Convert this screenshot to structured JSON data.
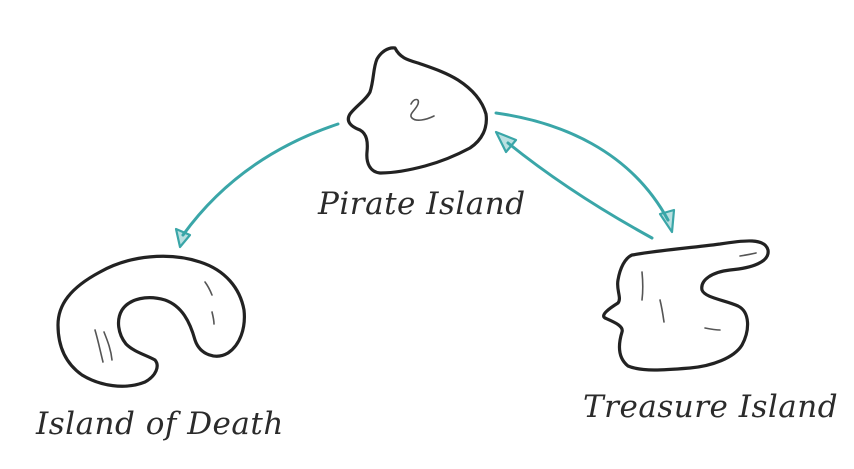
{
  "diagram": {
    "nodes": [
      {
        "id": "pirate",
        "label": "Pirate Island"
      },
      {
        "id": "death",
        "label": "Island of Death"
      },
      {
        "id": "treasure",
        "label": "Treasure Island"
      }
    ],
    "edges": [
      {
        "from": "pirate",
        "to": "death"
      },
      {
        "from": "pirate",
        "to": "treasure"
      },
      {
        "from": "treasure",
        "to": "pirate"
      }
    ],
    "colors": {
      "edge": "#3aa6a8",
      "outline": "#222222",
      "background": "#ffffff"
    },
    "icons": [
      "hand-drawn-island-outline",
      "squiggle-mark"
    ]
  }
}
